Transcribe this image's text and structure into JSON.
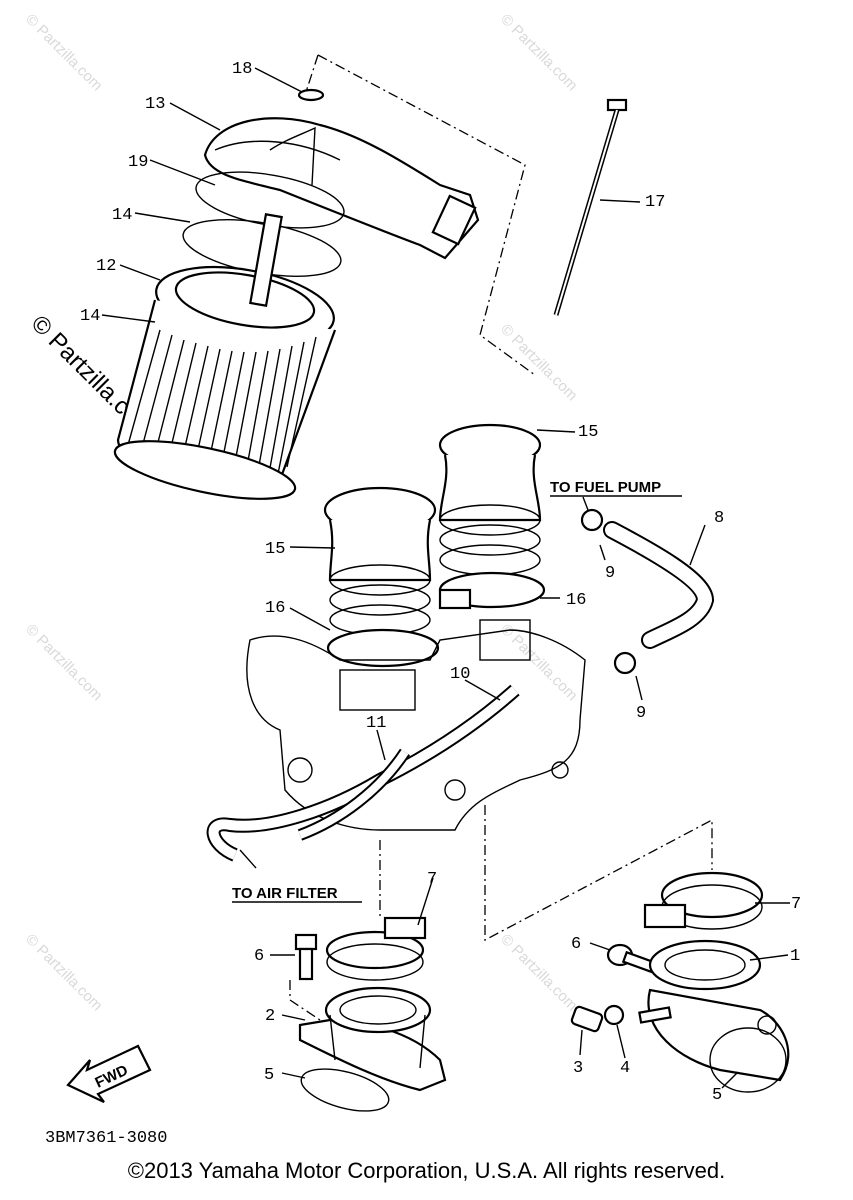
{
  "diagram_code": "3BM7361-3080",
  "copyright": "©2013 Yamaha Motor Corporation, U.S.A. All rights reserved.",
  "watermark": "© Partzilla.com",
  "watermark_large": "© Partzilla.com",
  "callouts": {
    "to_fuel_pump": "TO FUEL PUMP",
    "to_air_filter": "TO AIR FILTER",
    "fwd": "FWD"
  },
  "labels": {
    "n18": "18",
    "n13": "13",
    "n19": "19",
    "n14a": "14",
    "n12": "12",
    "n14b": "14",
    "n17": "17",
    "n15a": "15",
    "n15b": "15",
    "n8": "8",
    "n9a": "9",
    "n16a": "16",
    "n16b": "16",
    "n10": "10",
    "n11": "11",
    "n9b": "9",
    "n7a": "7",
    "n7b": "7",
    "n6a": "6",
    "n6b": "6",
    "n1": "1",
    "n2": "2",
    "n3": "3",
    "n4": "4",
    "n5a": "5",
    "n5b": "5"
  }
}
